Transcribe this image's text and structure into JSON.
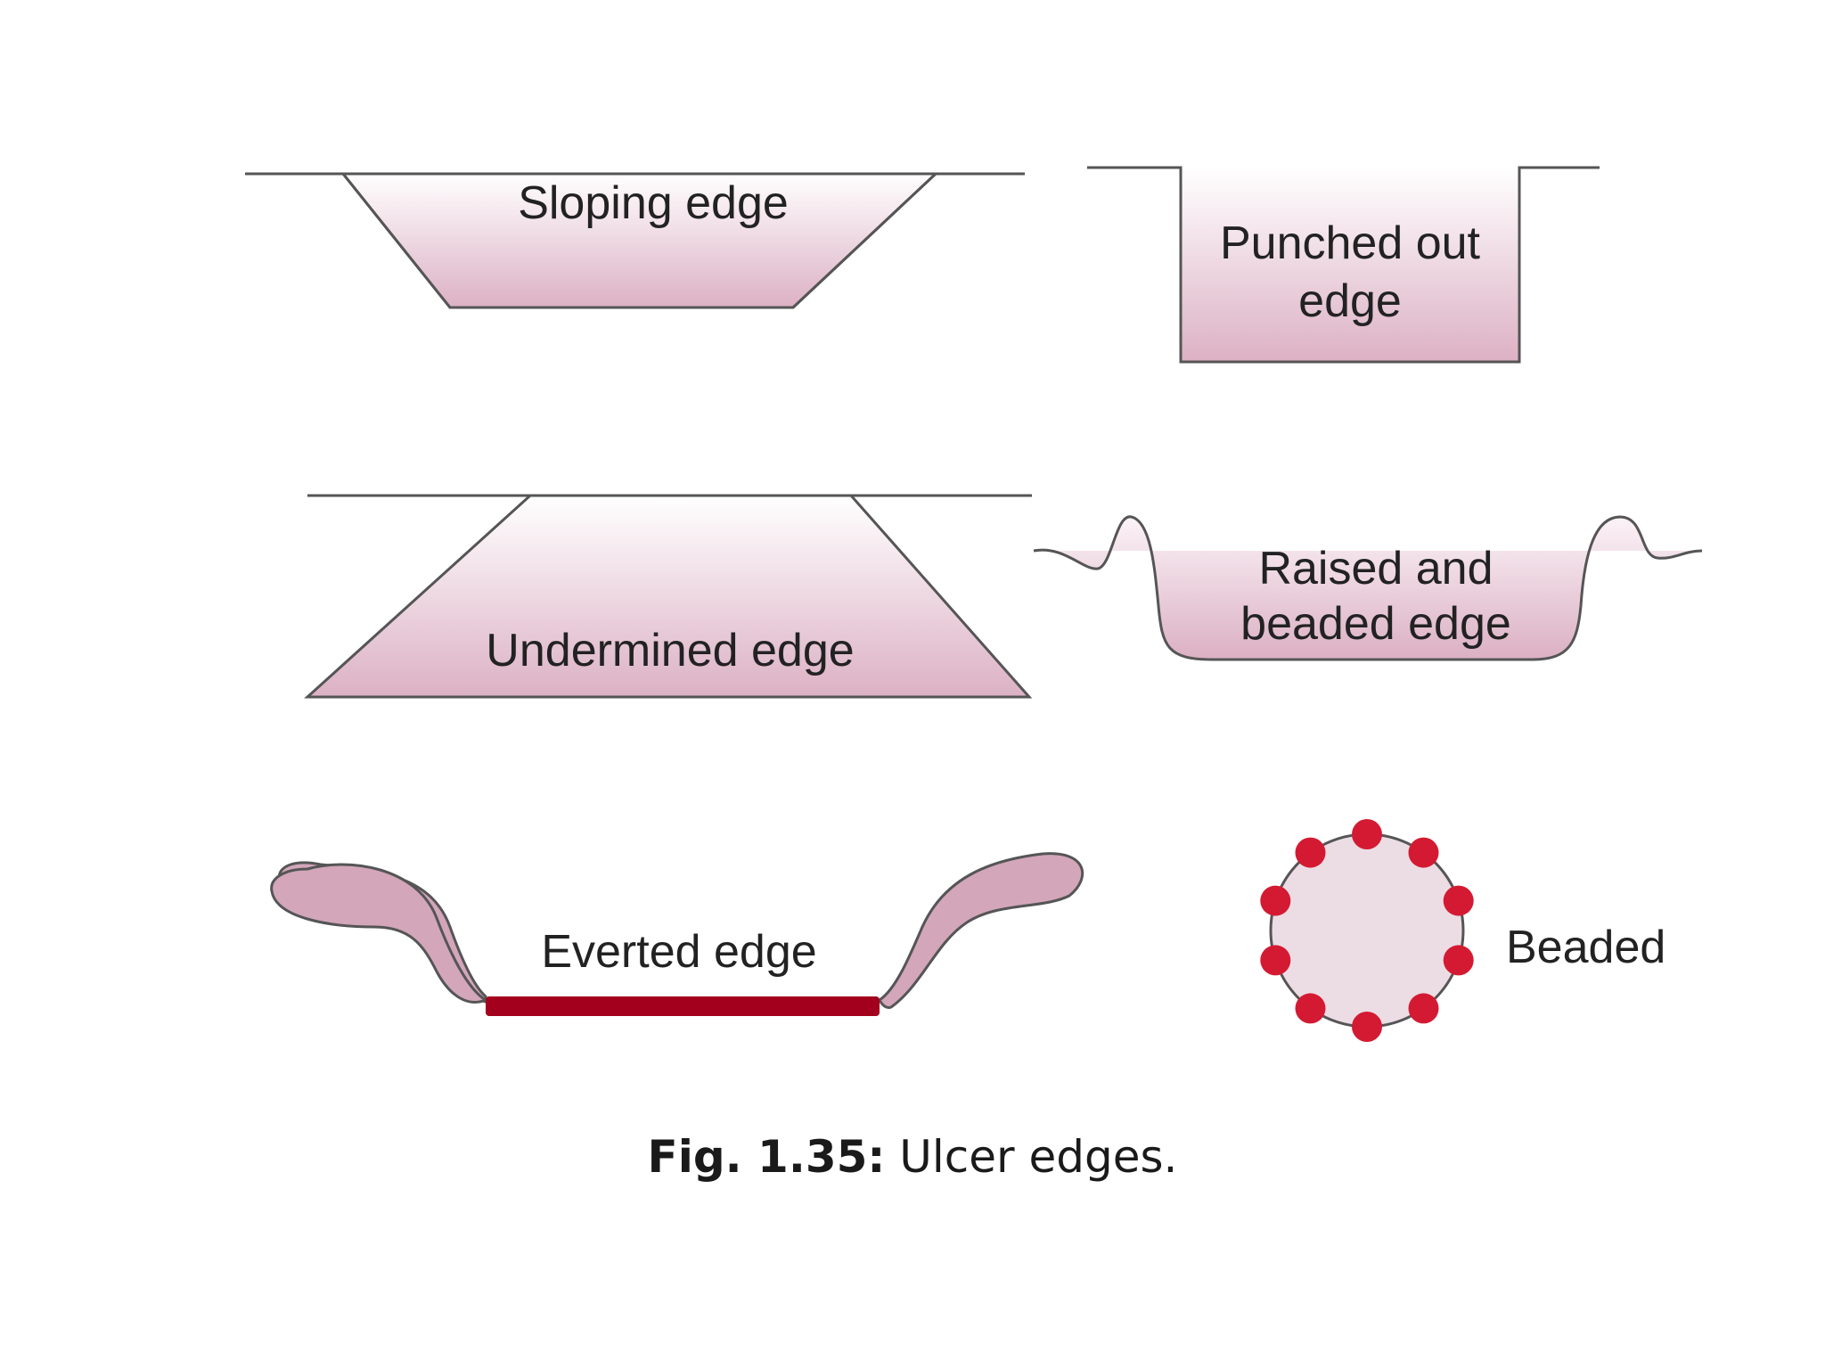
{
  "panels": {
    "sloping": {
      "label": "Sloping edge"
    },
    "punched_out": {
      "label_line1": "Punched out",
      "label_line2": "edge"
    },
    "undermined": {
      "label": "Undermined edge"
    },
    "raised_beaded": {
      "label_line1": "Raised and",
      "label_line2": "beaded edge"
    },
    "everted": {
      "label": "Everted edge"
    },
    "beaded": {
      "label": "Beaded"
    }
  },
  "caption": {
    "prefix": "Fig. 1.35:",
    "text": " Ulcer edges."
  },
  "colors": {
    "tissue_fill_top": "#ffffff",
    "tissue_fill_bottom": "#dcb1c4",
    "outline": "#555555",
    "everted_base": "#a3001d",
    "beads": "#d41a32",
    "beaded_fill": "#ecdde4"
  }
}
